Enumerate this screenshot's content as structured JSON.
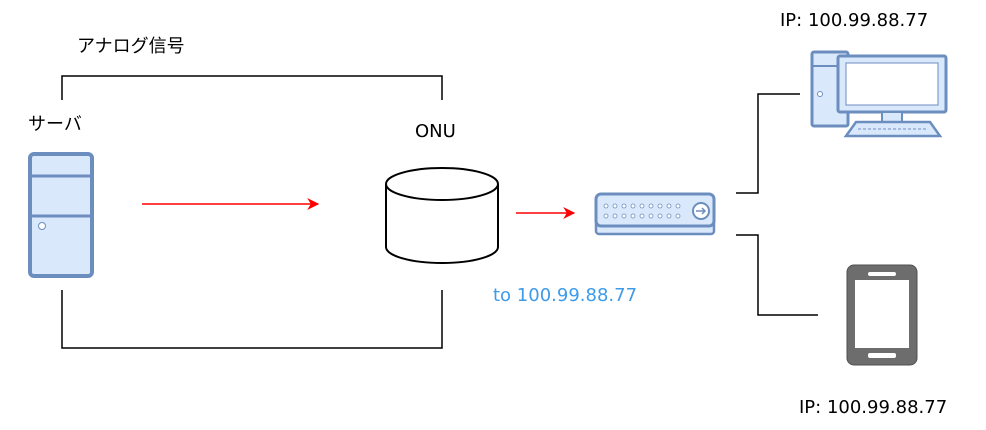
{
  "labels": {
    "analog_signal": "アナログ信号",
    "server": "サーバ",
    "onu": "ONU",
    "destination": "to 100.99.88.77",
    "pc_ip": "IP: 100.99.88.77",
    "phone_ip": "IP: 100.99.88.77"
  },
  "colors": {
    "arrow": "#ff0000",
    "destination_text": "#3d9be9",
    "device_fill": "#dae8fc",
    "device_stroke": "#6c8ebf",
    "phone_body": "#6d6d6d",
    "line": "#000000"
  },
  "icons": {
    "server": "server-icon",
    "onu": "cylinder-icon",
    "router": "router-icon",
    "pc": "desktop-computer-icon",
    "phone": "smartphone-icon"
  }
}
